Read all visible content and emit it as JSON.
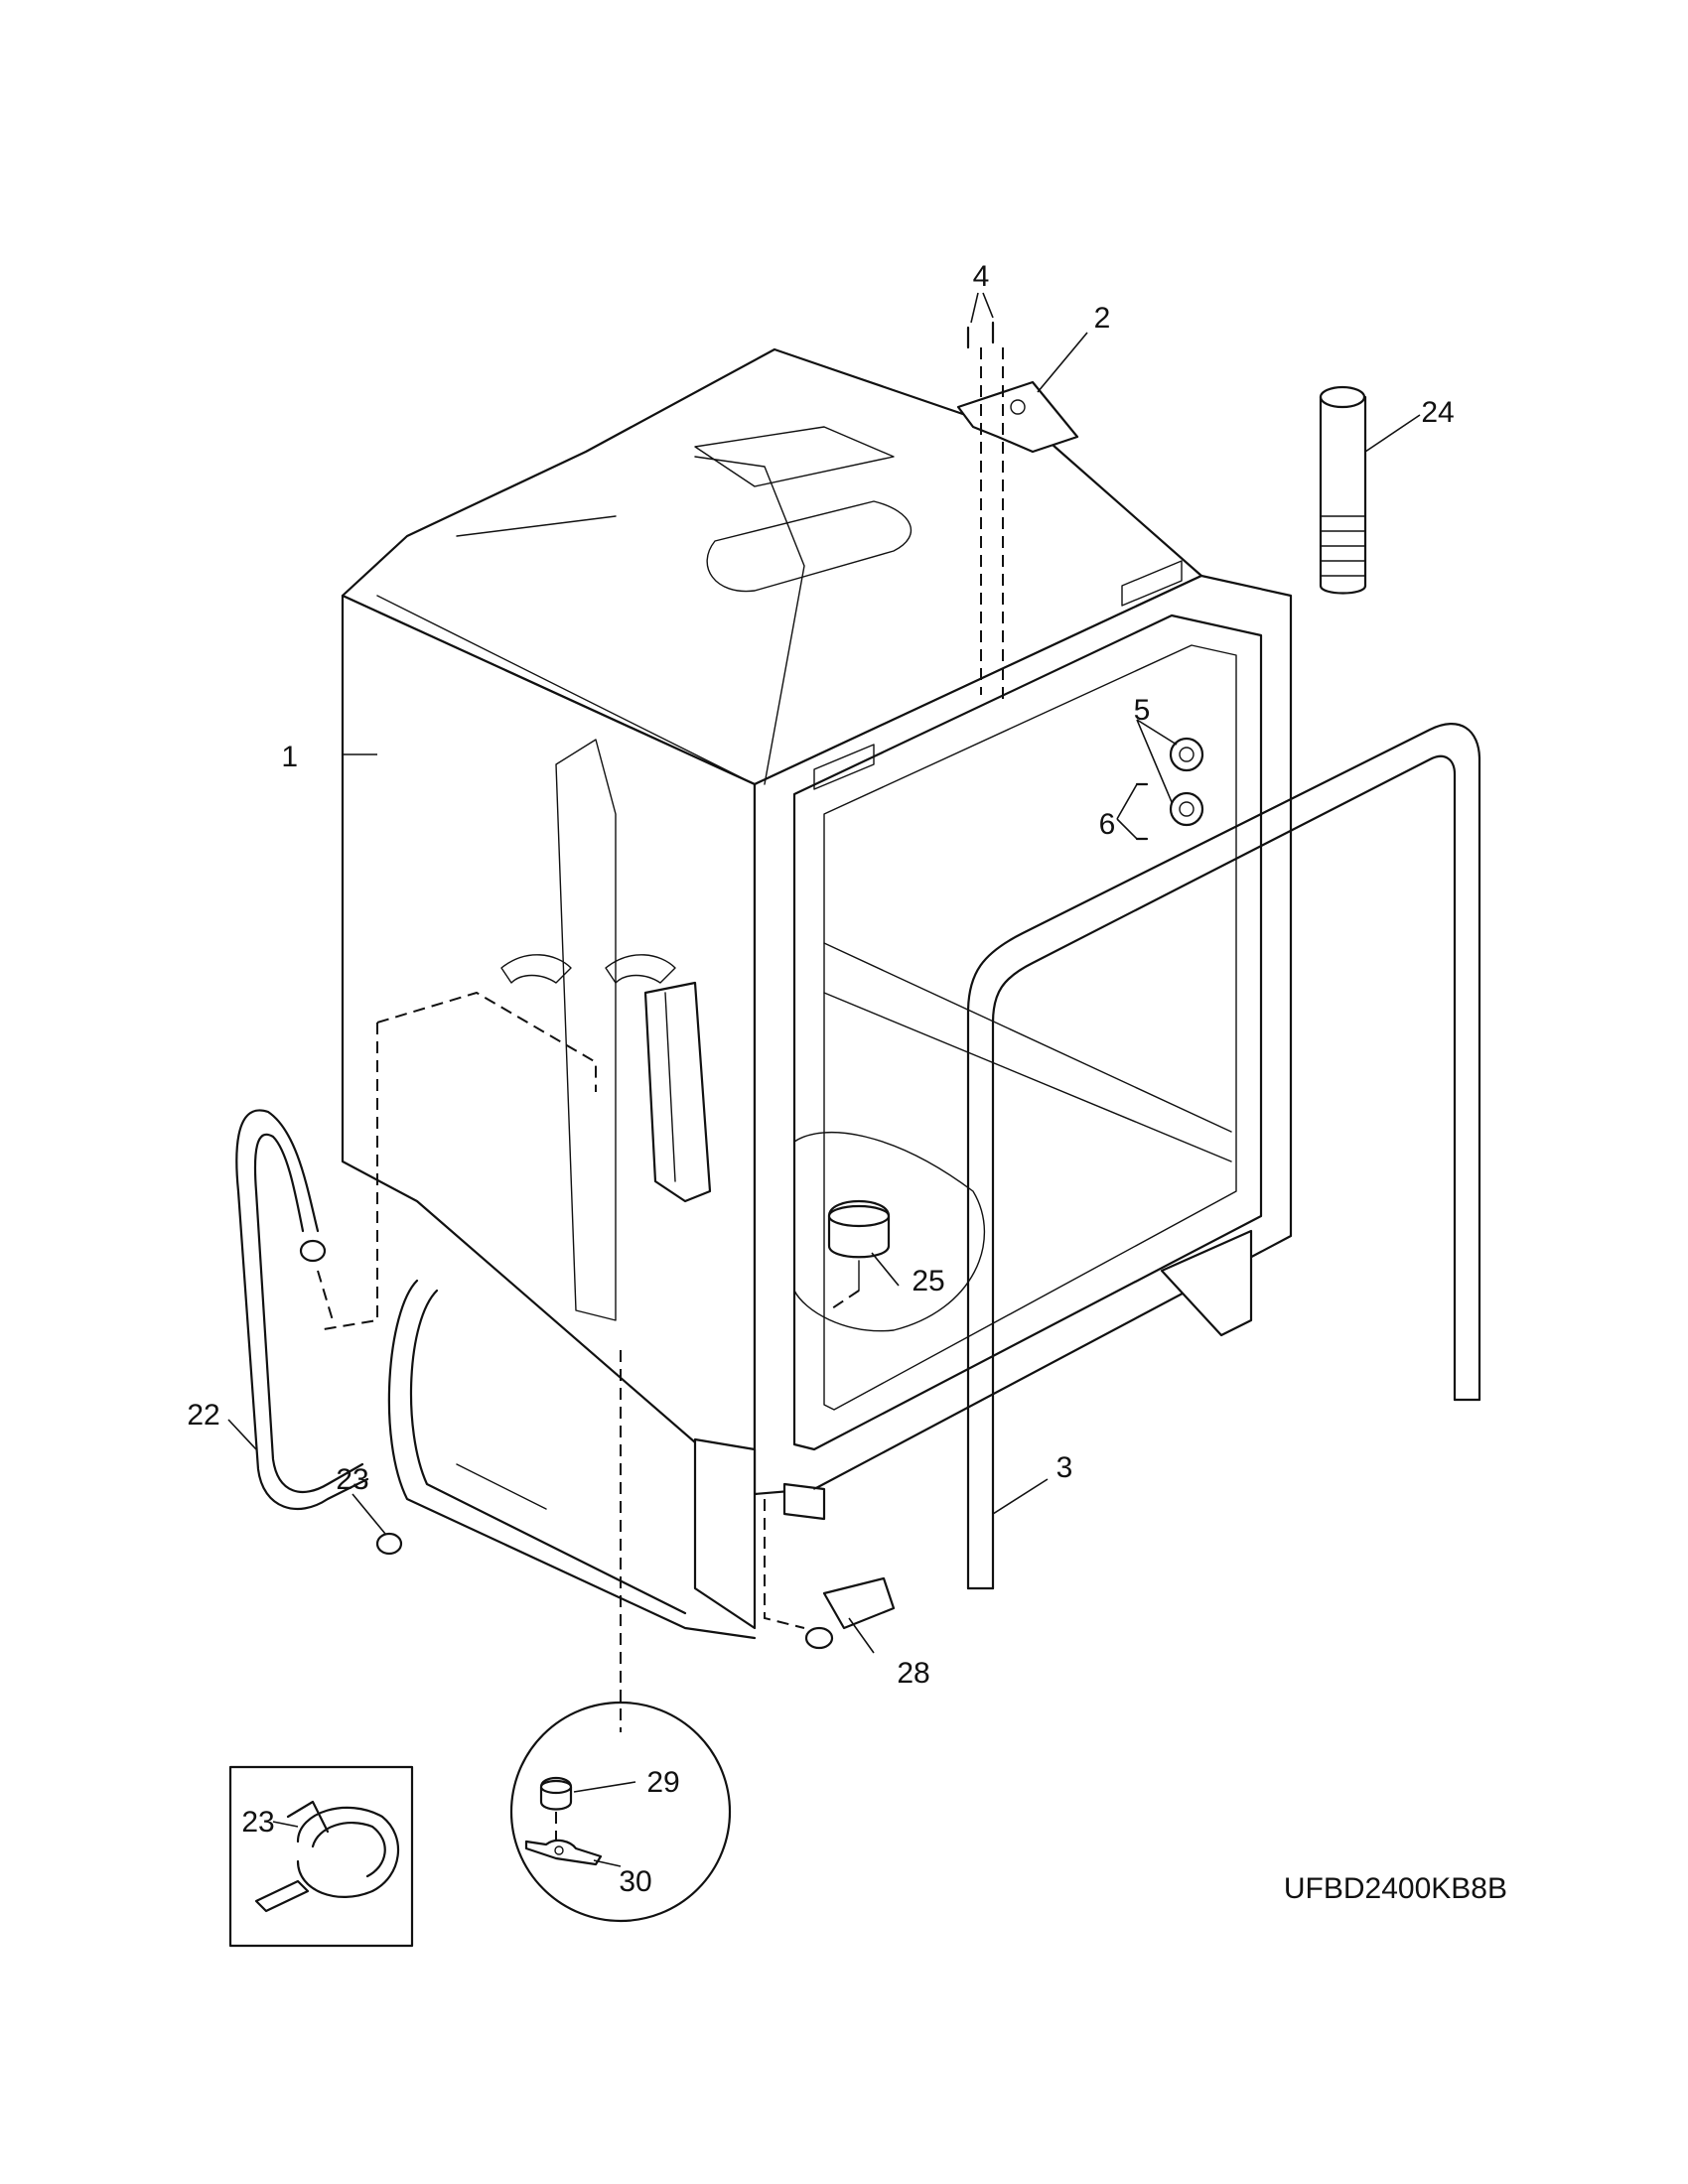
{
  "model_number": "UFBD2400KB8B",
  "callouts": {
    "c1": "1",
    "c2": "2",
    "c3": "3",
    "c4": "4",
    "c5": "5",
    "c6": "6",
    "c22": "22",
    "c23a": "23",
    "c23b": "23",
    "c24": "24",
    "c25": "25",
    "c28": "28",
    "c29": "29",
    "c30": "30"
  }
}
